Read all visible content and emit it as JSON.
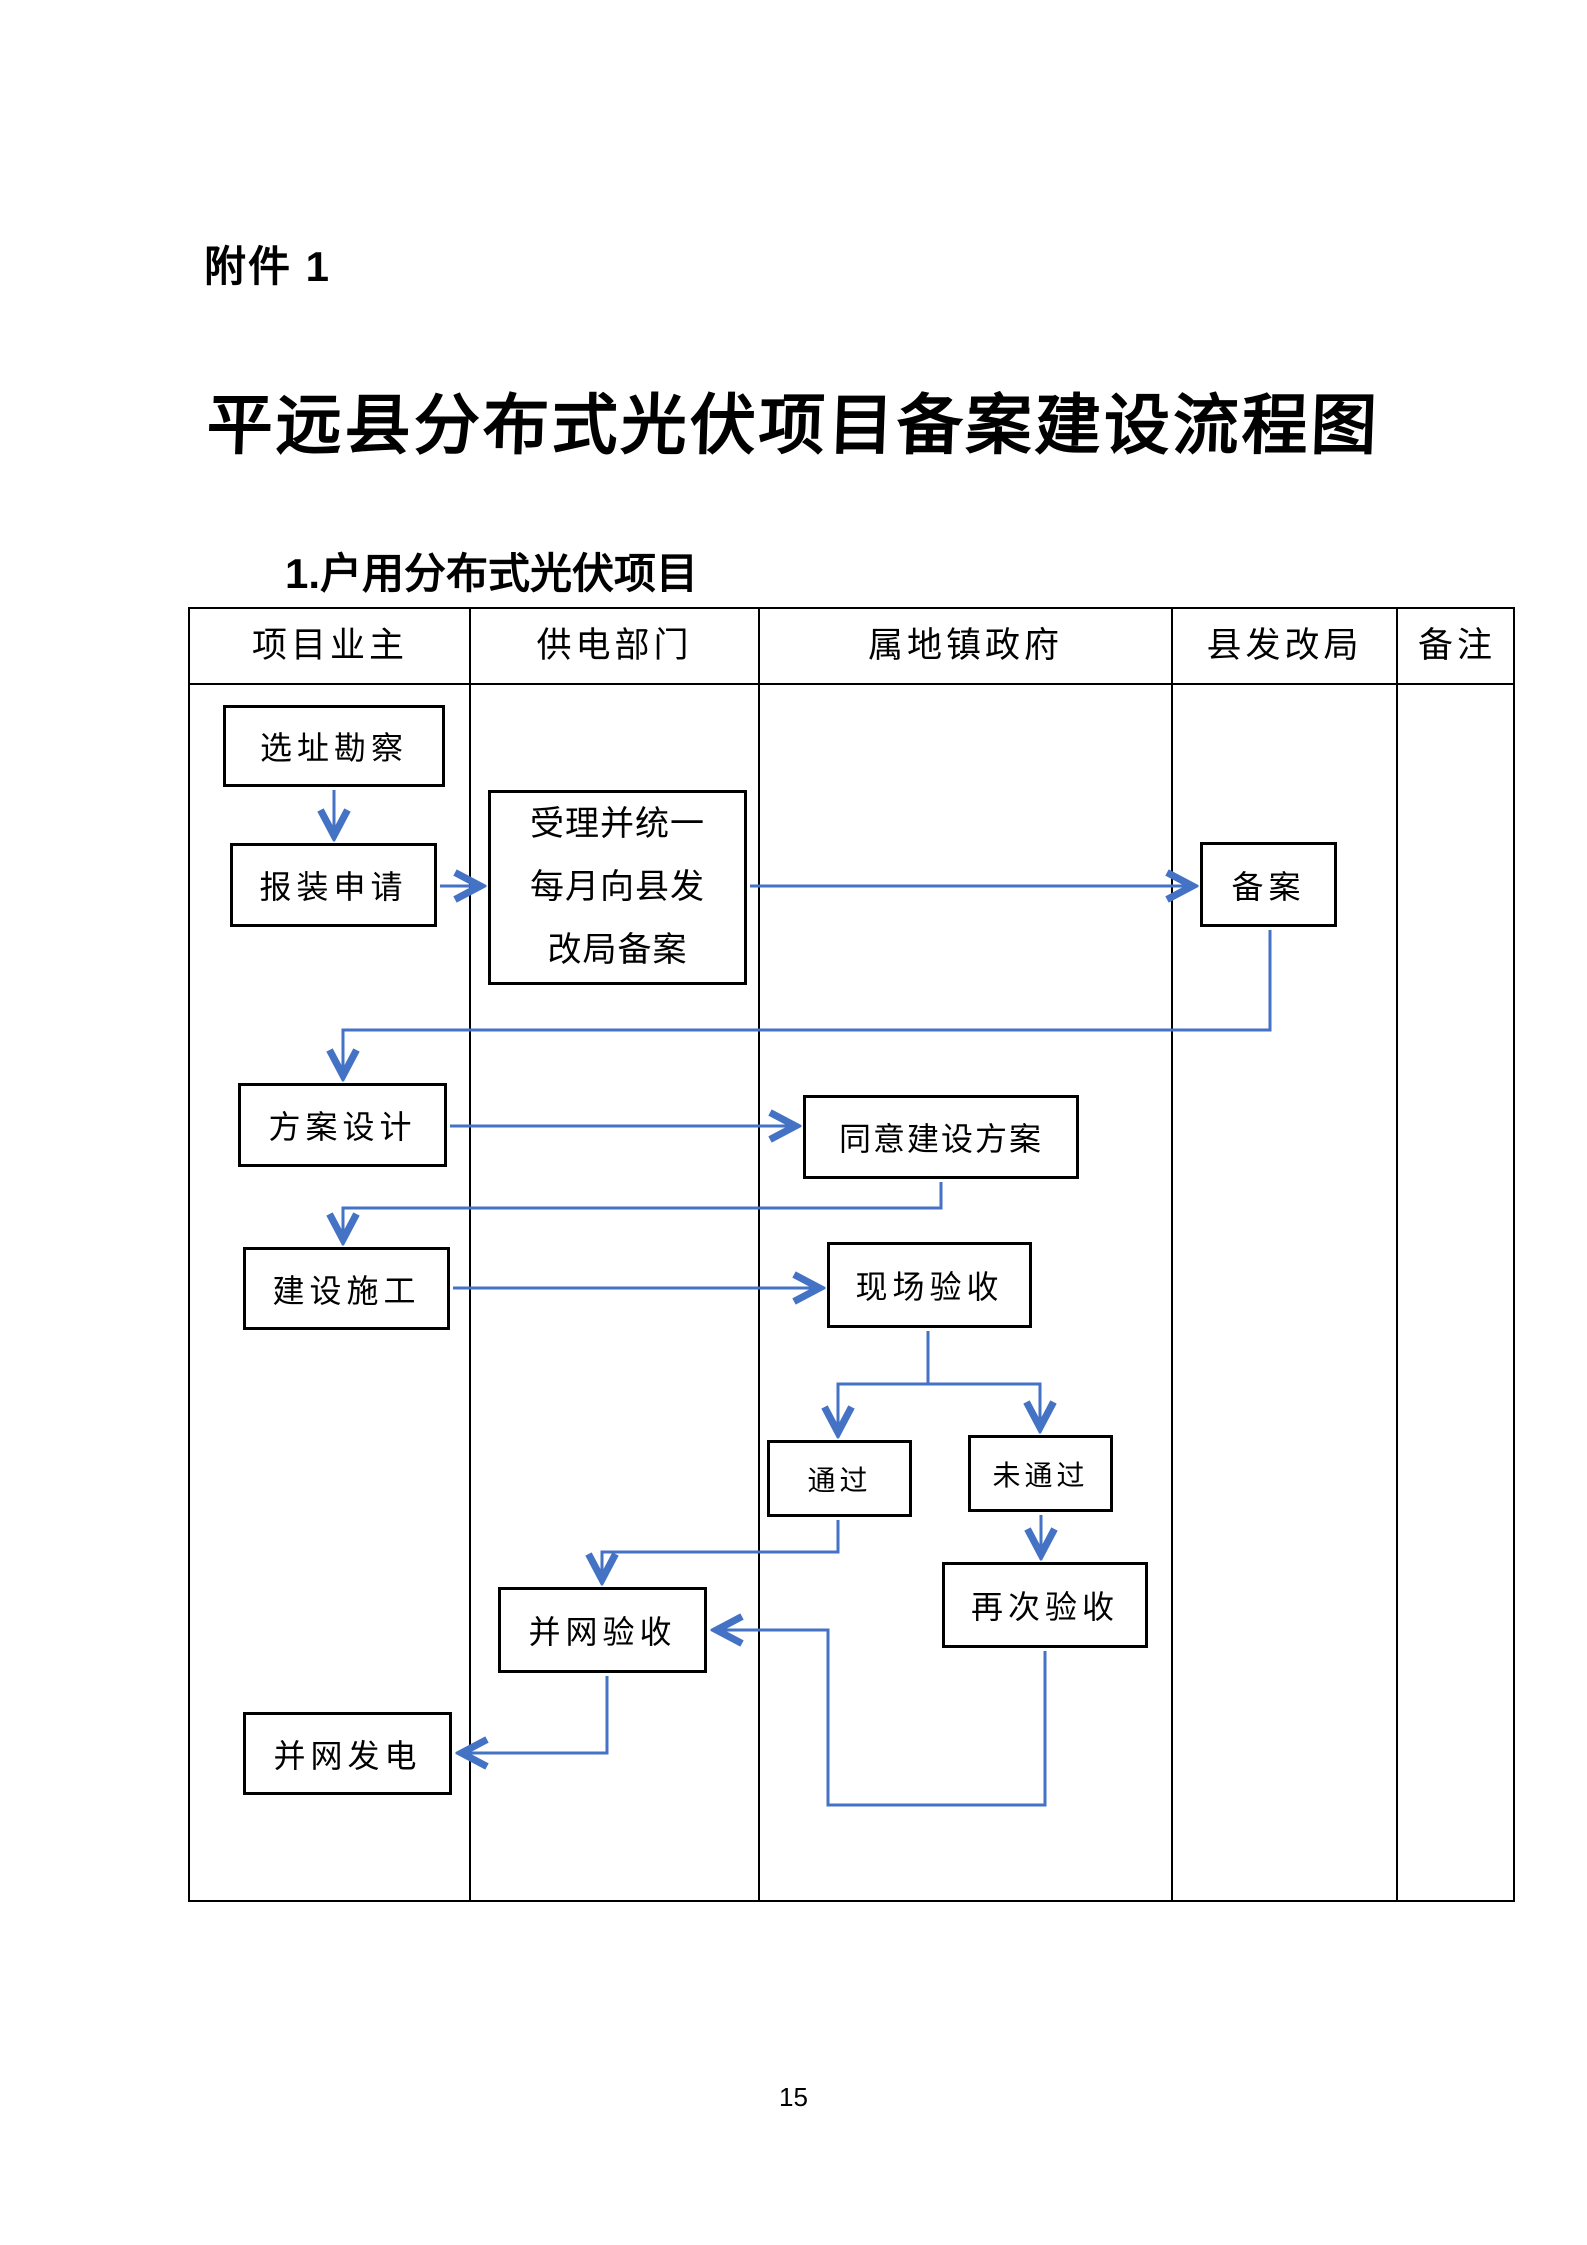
{
  "page": {
    "attachment_label": "附件 1",
    "title": "平远县分布式光伏项目备案建设流程图",
    "section_heading": "1.户用分布式光伏项目",
    "page_number": "15"
  },
  "table": {
    "headers": [
      "项目业主",
      "供电部门",
      "属地镇政府",
      "县发改局",
      "备注"
    ]
  },
  "flowchart": {
    "connector_color": "#4472C4",
    "nodes": [
      {
        "id": "site-survey",
        "label": "选址勘察"
      },
      {
        "id": "installation-application",
        "label": "报装申请"
      },
      {
        "id": "accept-and-monthly-file",
        "label": "受理并统一每月向县发改局备案"
      },
      {
        "id": "filing",
        "label": "备案"
      },
      {
        "id": "scheme-design",
        "label": "方案设计"
      },
      {
        "id": "approve-construction-scheme",
        "label": "同意建设方案"
      },
      {
        "id": "construction",
        "label": "建设施工"
      },
      {
        "id": "site-acceptance",
        "label": "现场验收"
      },
      {
        "id": "pass",
        "label": "通过"
      },
      {
        "id": "fail",
        "label": "未通过"
      },
      {
        "id": "re-acceptance",
        "label": "再次验收"
      },
      {
        "id": "grid-connection-acceptance",
        "label": "并网验收"
      },
      {
        "id": "grid-connected-generation",
        "label": "并网发电"
      }
    ]
  }
}
